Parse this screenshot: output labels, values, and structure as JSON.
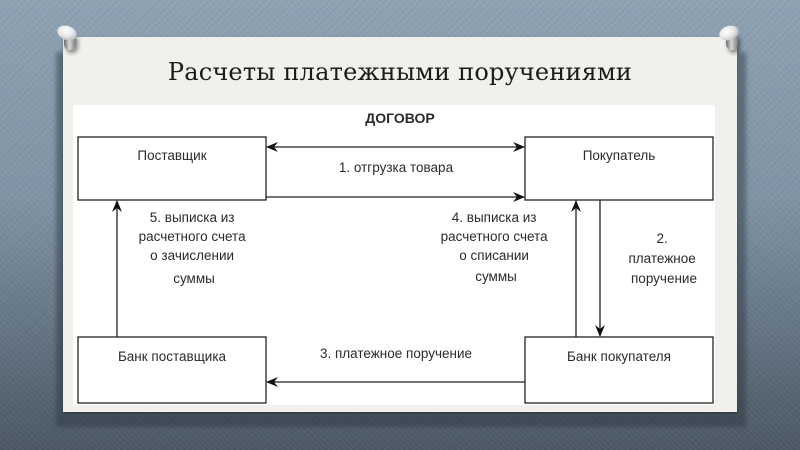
{
  "slide": {
    "title": "Расчеты платежными поручениями"
  },
  "diagram": {
    "header": "ДОГОВОР",
    "nodes": {
      "supplier": "Поставщик",
      "buyer": "Покупатель",
      "supplier_bank": "Банк поставщика",
      "buyer_bank": "Банк покупателя"
    },
    "edges": {
      "step1": {
        "label": "1. отгрузка товара"
      },
      "step2": {
        "lines": [
          "2.",
          "платежное",
          "поручение"
        ]
      },
      "step3": {
        "label": "3. платежное поручение"
      },
      "step4": {
        "lines": [
          "4. выписка из",
          "расчетного счета",
          "о списании",
          "суммы"
        ]
      },
      "step5": {
        "lines": [
          "5. выписка из",
          "расчетного счета",
          "о зачислении",
          "суммы"
        ]
      }
    }
  },
  "colors": {
    "background": "#7f93a4",
    "paper": "#f1f0ec",
    "diagram_bg": "#ffffff",
    "stroke": "#222222",
    "text": "#2b2b2b"
  }
}
